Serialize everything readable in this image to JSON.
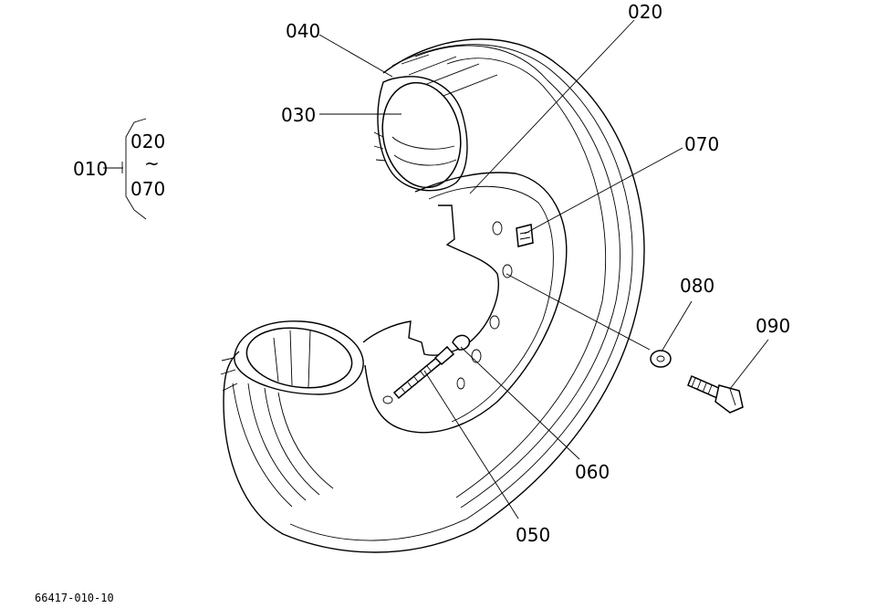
{
  "callouts": {
    "c010": "010",
    "c020_top": "020",
    "c020_bracket": "020",
    "c030": "030",
    "c040": "040",
    "c050": "050",
    "c060": "060",
    "c070_right": "070",
    "c070_bracket": "070",
    "c080": "080",
    "c090": "090",
    "tilde": "~"
  },
  "footer": {
    "code": "66417-010-10"
  }
}
